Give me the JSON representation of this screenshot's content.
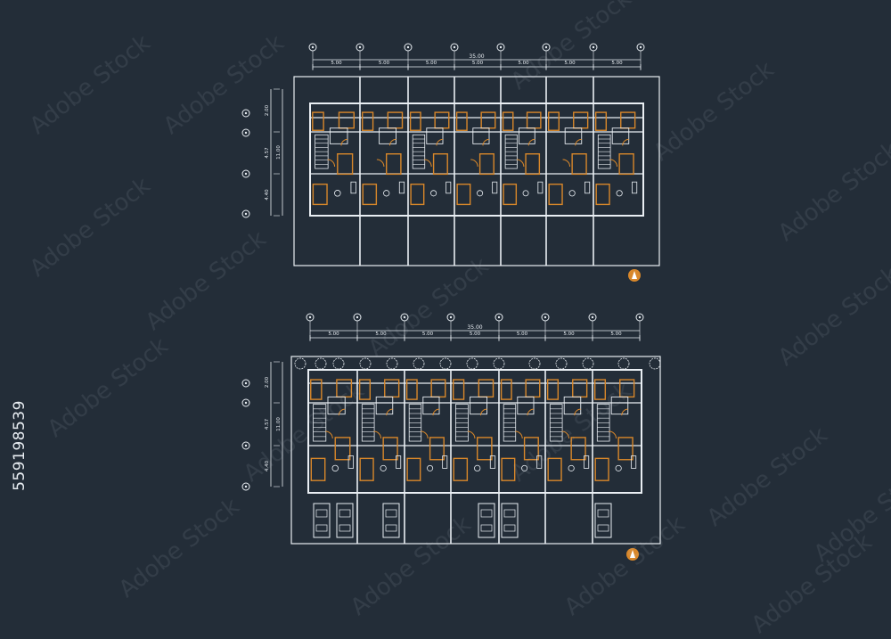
{
  "stock": {
    "id": "559198539",
    "watermark": "Adobe Stock"
  },
  "colors": {
    "background": "#232d38",
    "line": "#e9eef3",
    "accent": "#d8872a"
  },
  "plans": [
    {
      "name": "upper-floor-plan",
      "total_width": "35.00",
      "bays": [
        "5.00",
        "5.00",
        "5.00",
        "5.00",
        "5.00",
        "5.00",
        "5.00"
      ],
      "vertical_total": "11.00",
      "vertical_dims": [
        "2.00",
        "4.57",
        "4.40"
      ],
      "north_icon": "north-arrow-icon"
    },
    {
      "name": "ground-floor-plan",
      "total_width": "35.00",
      "bays": [
        "5.00",
        "5.00",
        "5.00",
        "5.00",
        "5.00",
        "5.00",
        "5.00"
      ],
      "vertical_total": "11.00",
      "vertical_dims": [
        "2.00",
        "4.57",
        "4.40"
      ],
      "north_icon": "north-arrow-icon"
    }
  ]
}
